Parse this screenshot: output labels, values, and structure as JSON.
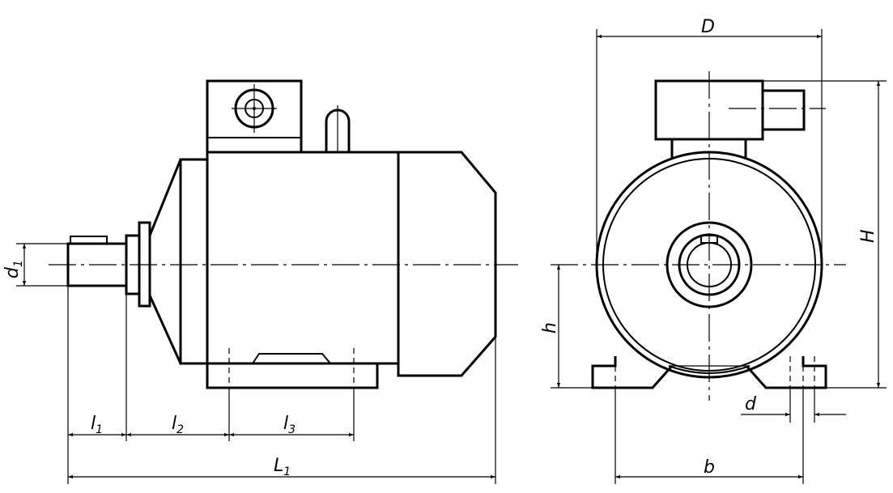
{
  "labels": {
    "d1": {
      "main": "d",
      "sub": "1"
    },
    "l1": {
      "main": "l",
      "sub": "1"
    },
    "l2": {
      "main": "l",
      "sub": "2"
    },
    "l3": {
      "main": "l",
      "sub": "3"
    },
    "L1": {
      "main": "L",
      "sub": "1"
    },
    "D": {
      "main": "D"
    },
    "H": {
      "main": "H"
    },
    "h": {
      "main": "h"
    },
    "d": {
      "main": "d"
    },
    "b": {
      "main": "b"
    }
  },
  "colors": {
    "ink": "#000000",
    "paper": "#ffffff"
  }
}
